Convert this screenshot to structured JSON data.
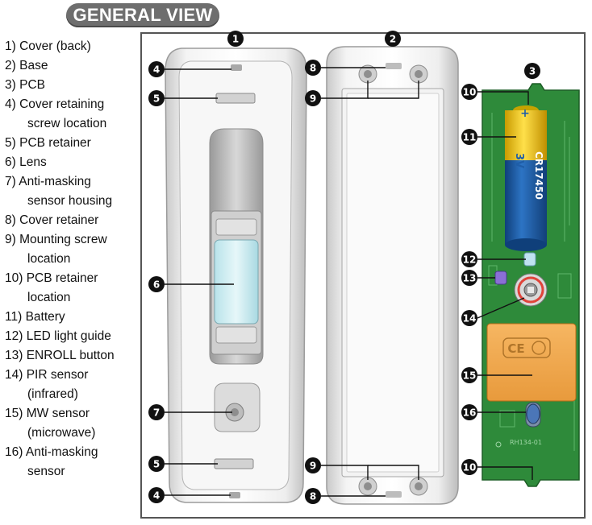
{
  "title": "GENERAL VIEW",
  "legend": [
    {
      "num": "1)",
      "text": "Cover (back)",
      "cont": ""
    },
    {
      "num": "2)",
      "text": "Base",
      "cont": ""
    },
    {
      "num": "3)",
      "text": "PCB",
      "cont": ""
    },
    {
      "num": "4)",
      "text": "Cover retaining",
      "cont": "screw location"
    },
    {
      "num": "5)",
      "text": "PCB retainer",
      "cont": ""
    },
    {
      "num": "6)",
      "text": "Lens",
      "cont": ""
    },
    {
      "num": "7)",
      "text": "Anti-masking",
      "cont": "sensor housing"
    },
    {
      "num": "8)",
      "text": "Cover retainer",
      "cont": ""
    },
    {
      "num": "9)",
      "text": "Mounting screw",
      "cont": "location"
    },
    {
      "num": "10)",
      "text": "PCB retainer",
      "cont": "location"
    },
    {
      "num": "11)",
      "text": "Battery",
      "cont": ""
    },
    {
      "num": "12)",
      "text": "LED light guide",
      "cont": ""
    },
    {
      "num": "13)",
      "text": "ENROLL button",
      "cont": ""
    },
    {
      "num": "14)",
      "text": "PIR sensor",
      "cont": "(infrared)"
    },
    {
      "num": "15)",
      "text": "MW sensor",
      "cont": "(microwave)"
    },
    {
      "num": "16)",
      "text": "Anti-masking",
      "cont": "sensor"
    }
  ],
  "callouts": [
    "1",
    "2",
    "3",
    "4",
    "4",
    "5",
    "5",
    "6",
    "7",
    "8",
    "8",
    "9",
    "9",
    "10",
    "10",
    "11",
    "12",
    "13",
    "14",
    "15",
    "16"
  ],
  "battery_label": "CR17450",
  "battery_brand": "3V",
  "pcb_code": "RH134-01",
  "colors": {
    "pcb_green": "#2e8a3a",
    "battery_blue": "#1f5ea8",
    "battery_yellow": "#f2c318",
    "mw_orange": "#f0a850",
    "callout_black": "#111111"
  }
}
